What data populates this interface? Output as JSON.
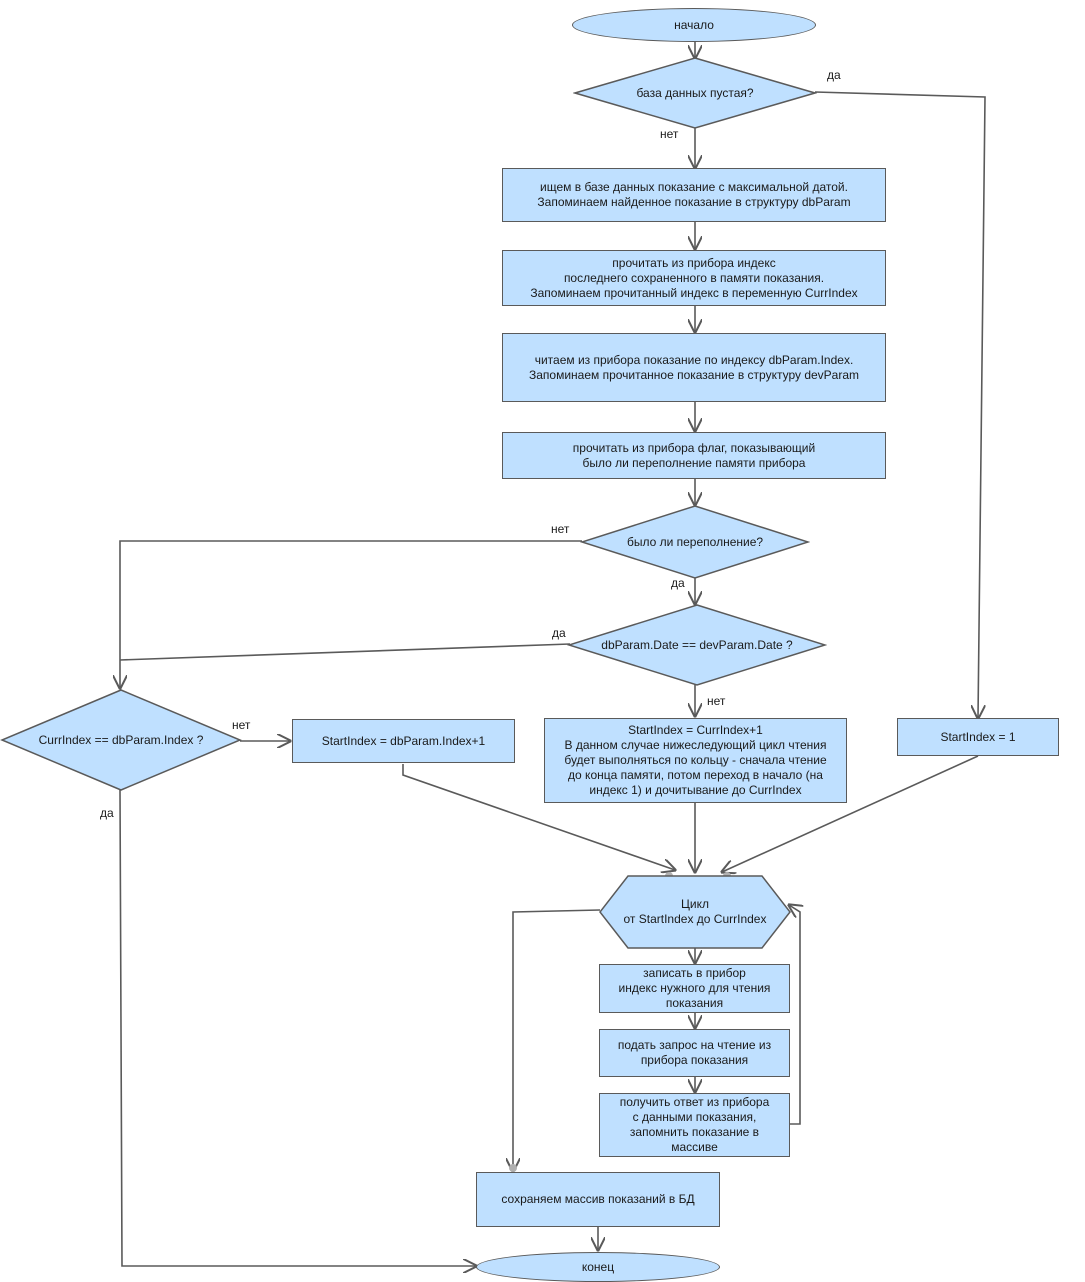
{
  "nodes": {
    "start": "начало",
    "db_empty": "база данных пустая?",
    "find_max": "ищем в базе данных показание с максимальной датой.\nЗапоминаем найденное показание в структуру dbParam",
    "read_index": "прочитать из прибора  индекс\nпоследнего сохраненного в памяти показания.\nЗапоминаем прочитанный индекс в переменную CurrIndex",
    "read_reading": "читаем из прибора показание по индексу dbParam.Index.\nЗапоминаем прочитанное показание в структуру devParam",
    "read_flag": "прочитать из прибора флаг, показывающий\nбыло ли переполнение памяти прибора",
    "overflow": "было ли переполнение?",
    "date_eq": "dbParam.Date == devParam.Date ?",
    "curr_eq": "CurrIndex == dbParam.Index ?",
    "start_db": "StartIndex =  dbParam.Index+1",
    "start_curr": "StartIndex = CurrIndex+1\nВ данном случае нижеследующий цикл чтения\nбудет выполняться по кольцу - сначала чтение\nдо конца памяти, потом переход в начало (на\nиндекс 1) и дочитывание до CurrIndex",
    "start_one": "StartIndex = 1",
    "loop": "Цикл\nот StartIndex до CurrIndex",
    "write_index": "записать в прибор\nиндекс нужного для чтения\nпоказания",
    "request": "подать запрос на чтение из\nприбора показания",
    "receive": "получить ответ из прибора\nс данными показания,\nзапомнить показание в\nмассиве",
    "save": "сохраняем массив показаний в БД",
    "end": "конец"
  },
  "edge_labels": {
    "db_empty_yes": "да",
    "db_empty_no": "нет",
    "overflow_no": "нет",
    "overflow_yes": "да",
    "date_eq_yes": "да",
    "date_eq_no": "нет",
    "curr_eq_no": "нет",
    "curr_eq_yes": "да"
  },
  "colors": {
    "node_fill": "#bfe0ff",
    "node_stroke": "#5a5a5a",
    "connector": "#5a5a5a",
    "junction_dot": "#b0b0b0"
  }
}
